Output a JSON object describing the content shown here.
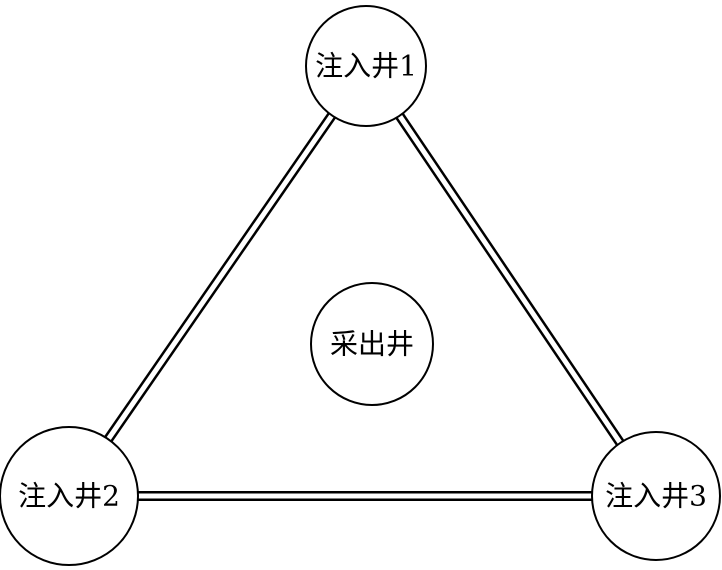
{
  "diagram": {
    "nodes": [
      {
        "id": "injection-well-1",
        "label": "注入井1"
      },
      {
        "id": "injection-well-2",
        "label": "注入井2"
      },
      {
        "id": "injection-well-3",
        "label": "注入井3"
      },
      {
        "id": "production-well",
        "label": "采出井"
      }
    ],
    "edges": [
      {
        "from": "injection-well-1",
        "to": "injection-well-2",
        "style": "double-line"
      },
      {
        "from": "injection-well-1",
        "to": "injection-well-3",
        "style": "double-line"
      },
      {
        "from": "injection-well-2",
        "to": "injection-well-3",
        "style": "double-line"
      }
    ],
    "colors": {
      "line": "#000000",
      "background": "#ffffff"
    }
  }
}
